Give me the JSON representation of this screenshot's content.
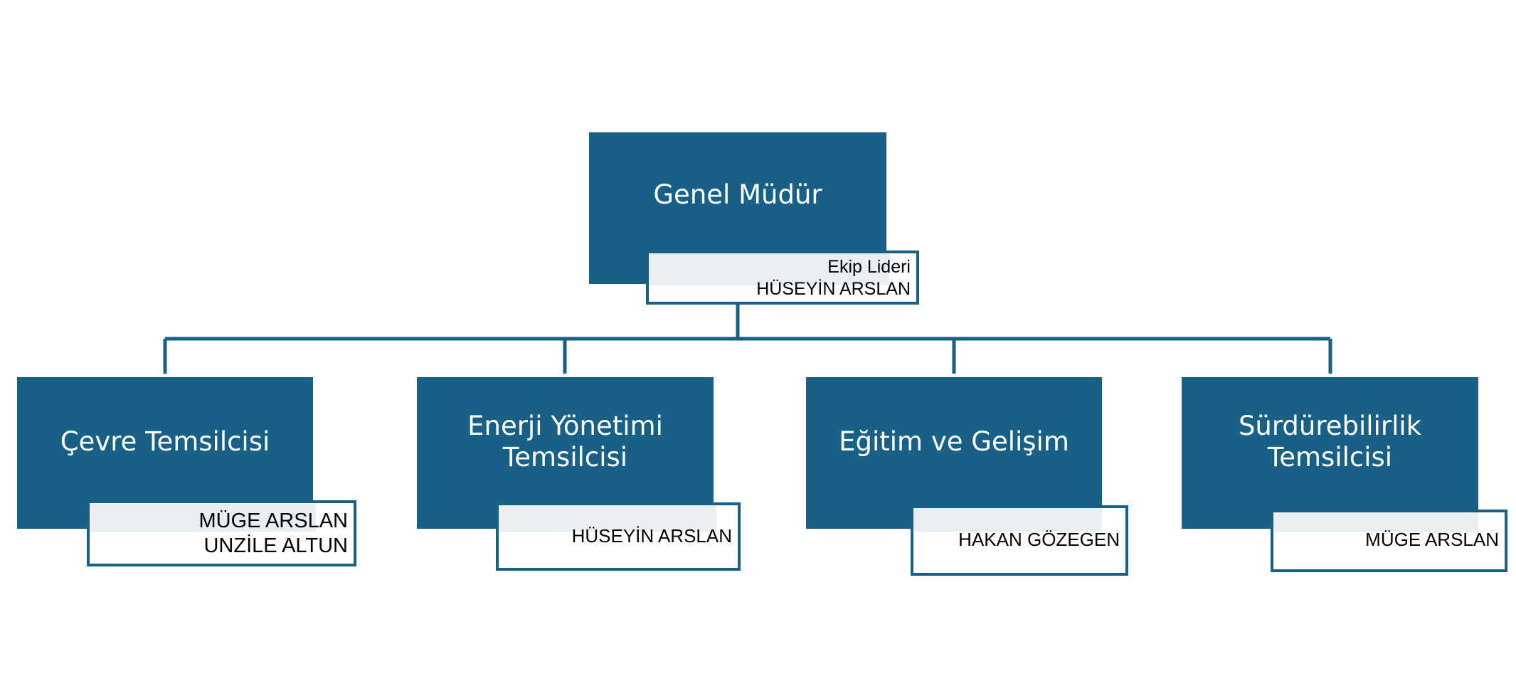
{
  "colors": {
    "box_fill": "#186085",
    "box_text": "#ffffff",
    "card_border": "#186085",
    "card_tint": "#e8eef1",
    "connector": "#186085"
  },
  "root": {
    "title": "Genel Müdür",
    "card": {
      "role": "Ekip Lideri",
      "name": "HÜSEYİN ARSLAN"
    }
  },
  "children": [
    {
      "title": "Çevre Temsilcisi",
      "names": [
        "MÜGE ARSLAN",
        "UNZİLE ALTUN"
      ]
    },
    {
      "title": "Enerji Yönetimi\nTemsilcisi",
      "names": [
        "HÜSEYİN ARSLAN"
      ]
    },
    {
      "title": "Eğitim ve Gelişim",
      "names": [
        "HAKAN GÖZEGEN"
      ]
    },
    {
      "title": "Sürdürebilirlik\nTemsilcisi",
      "names": [
        "MÜGE ARSLAN"
      ]
    }
  ]
}
